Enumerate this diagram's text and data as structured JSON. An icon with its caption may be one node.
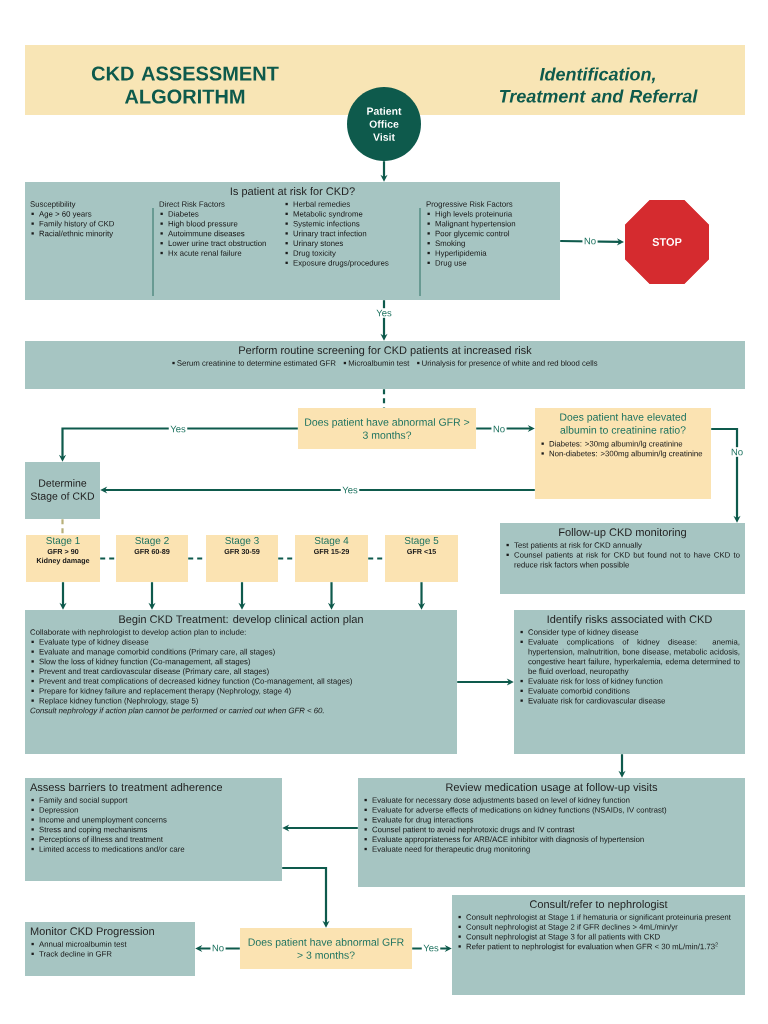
{
  "diagram": {
    "title": "CKD ASSESSMENT ALGORITHM",
    "labels": [
      "Identification, Treatment and Referral"
    ],
    "nodes": [
      {
        "text": [
          "Patient Office Visit"
        ]
      },
      {
        "text": [
          "Is patient at risk for CKD?",
          "Susceptibility",
          "Age > 60 years",
          "Family history of CKD",
          "Racial/ethnic minority",
          "Direct Risk Factors",
          "Diabetes",
          "High blood pressure",
          "Autoimmune diseases",
          "Lower urine tract obstruction",
          "Hx acute renal failure",
          "Herbal remedies",
          "Metabolic syndrome",
          "Systemic infections",
          "Urinary tract infection",
          "Urinary stones",
          "Drug toxicity",
          "Exposure drugs/procedures",
          "Progressive Risk Factors",
          "High levels proteinuria",
          "Malignant hypertension",
          "Poor glycemic control",
          "Smoking",
          "Hyperlipidemia",
          "Drug use"
        ]
      },
      {
        "text": [
          "STOP"
        ]
      },
      {
        "text": [
          "Perform routine screening for CKD patients at increased risk",
          "Serum creatinine to determine estimated GFR",
          "Microalbumin test",
          "Urinalysis for presence of white and red blood cells"
        ]
      },
      {
        "text": [
          "Does patient have abnormal GFR > 3 months?"
        ]
      },
      {
        "text": [
          "Does patient have elevated albumin to creatinine ratio?",
          "Diabetes: >30mg albumin/lg creatinine",
          "Non-diabetes: >300mg albumin/lg creatinine"
        ]
      },
      {
        "text": [
          "Determine Stage of CKD"
        ]
      },
      {
        "text": [
          "Follow-up CKD monitoring",
          "Test patients at risk for CKD annually",
          "Counsel patients at risk for CKD but found not to have CKD to reduce risk factors when possible"
        ]
      },
      {
        "text": [
          "Stage 1",
          "GFR > 90",
          "Kidney damage"
        ]
      },
      {
        "text": [
          "Stage 2",
          "GFR 60-89"
        ]
      },
      {
        "text": [
          "Stage 3",
          "GFR 30-59"
        ]
      },
      {
        "text": [
          "Stage 4",
          "GFR 15-29"
        ]
      },
      {
        "text": [
          "Stage 5",
          "GFR <15"
        ]
      },
      {
        "text": [
          "Begin CKD Treatment: develop clinical action plan",
          "Collaborate with nephrologist to develop action plan to include:",
          "Evaluate type of kidney disease",
          "Evaluate and manage comorbid conditions (Primary care, all stages)",
          "Slow the loss of kidney function (Co-management, all stages)",
          "Prevent and treat cardiovascular disease (Primary care, all stages)",
          "Prevent and treat complications of decreased kidney function (Co-management, all stages)",
          "Prepare for kidney failure and replacement therapy (Nephrology, stage 4)",
          "Replace kidney function (Nephrology, stage 5)",
          "Consult nephrology if action plan cannot be performed or carried out when GFR < 60."
        ]
      },
      {
        "text": [
          "Identify risks associated with CKD",
          "Consider type of kidney disease",
          "Evaluate complications of kidney disease: anemia, hypertension, malnutrition, bone disease, metabolic acidosis, congestive heart failure, hyperkalemia, edema determined to be fluid overload, neuropathy",
          "Evaluate risk for loss of kidney function",
          "Evaluate comorbid conditions",
          "Evaluate risk for cardiovascular disease"
        ]
      },
      {
        "text": [
          "Review medication usage at follow-up visits",
          "Evaluate for necessary dose adjustments based on level of kidney function",
          "Evaluate for adverse effects of medications on kidney functions (NSAIDs, IV contrast)",
          "Evaluate for drug interactions",
          "Counsel patient to avoid nephrotoxic drugs and IV contrast",
          "Evaluate appropriateness for ARB/ACE inhibitor with diagnosis of hypertension",
          "Evaluate need for therapeutic drug monitoring"
        ]
      },
      {
        "text": [
          "Assess barriers to treatment adherence",
          "Family and social support",
          "Depression",
          "Income and unemployment concerns",
          "Stress and coping mechanisms",
          "Perceptions of illness and treatment",
          "Limited access to medications and/or care"
        ]
      },
      {
        "text": [
          "Does patient have abnormal GFR > 3 months?"
        ]
      },
      {
        "text": [
          "Monitor CKD Progression",
          "Annual microalbumin test",
          "Track decline in GFR"
        ]
      },
      {
        "text": [
          "Consult/refer to nephrologist",
          "Consult nephrologist at Stage 1 if hematuria or significant proteinuria present",
          "Consult nephrologist at Stage 2 if GFR declines > 4mL/min/yr",
          "Consult nephrologist at Stage 3 for all patients with CKD",
          "Refer patient to nephrologist for evaluation when GFR < 30 mL/min/1.73$^{2}$"
        ]
      }
    ],
    "edges": [
      {
        "from": 0,
        "to": 1,
        "arrow": "to"
      },
      {
        "from": 1,
        "to": 2,
        "arrow": "to",
        "label": "No"
      },
      {
        "from": 1,
        "to": 3,
        "arrow": "to",
        "label": "Yes"
      },
      {
        "from": 3,
        "to": 4,
        "arrow": "none",
        "style": "dashed"
      },
      {
        "from": 4,
        "to": 6,
        "arrow": "to",
        "label": "Yes"
      },
      {
        "from": 4,
        "to": 5,
        "arrow": "to",
        "label": "No"
      },
      {
        "from": 5,
        "to": 6,
        "arrow": "to",
        "label": "Yes"
      },
      {
        "from": 5,
        "to": 7,
        "arrow": "to",
        "label": "No"
      },
      {
        "from": 6,
        "to": 8,
        "arrow": "none",
        "style": "dashed",
        "color": "#b8b07a"
      },
      {
        "from": 8,
        "to": 9,
        "arrow": "none",
        "style": "dashed"
      },
      {
        "from": 9,
        "to": 10,
        "arrow": "none",
        "style": "dashed"
      },
      {
        "from": 10,
        "to": 11,
        "arrow": "none",
        "style": "dashed"
      },
      {
        "from": 11,
        "to": 12,
        "arrow": "none",
        "style": "dashed"
      },
      {
        "from": 8,
        "to": 13,
        "arrow": "to"
      },
      {
        "from": 9,
        "to": 13,
        "arrow": "to"
      },
      {
        "from": 10,
        "to": 13,
        "arrow": "to"
      },
      {
        "from": 11,
        "to": 13,
        "arrow": "to"
      },
      {
        "from": 12,
        "to": 13,
        "arrow": "to"
      },
      {
        "from": 13,
        "to": 14,
        "arrow": "to"
      },
      {
        "from": 14,
        "to": 15,
        "arrow": "to"
      },
      {
        "from": 15,
        "to": 16,
        "arrow": "to"
      },
      {
        "from": 16,
        "to": 17,
        "arrow": "to"
      },
      {
        "from": 17,
        "to": 18,
        "arrow": "to",
        "label": "No"
      },
      {
        "from": 17,
        "to": 19,
        "arrow": "to",
        "label": "Yes"
      }
    ]
  }
}
